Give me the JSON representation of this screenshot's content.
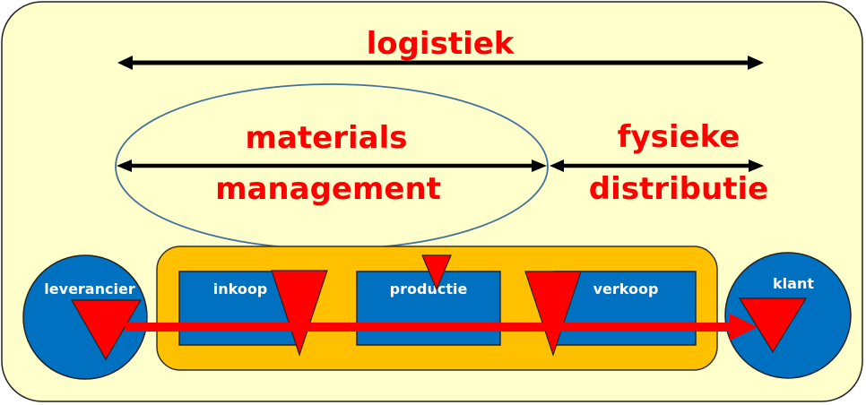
{
  "diagram": {
    "title": "logistiek",
    "spans": {
      "logistiek": {
        "label": "logistiek"
      },
      "materials_management": {
        "line1": "materials",
        "line2": "management"
      },
      "fysieke_distributie": {
        "line1": "fysieke",
        "line2": "distributie"
      }
    },
    "endpoints": {
      "supplier": {
        "label": "leverancier"
      },
      "customer": {
        "label": "klant"
      }
    },
    "departments": [
      {
        "label": "inkoop"
      },
      {
        "label": "productie"
      },
      {
        "label": "verkoop"
      }
    ],
    "flow": {
      "direction": "left-to-right"
    },
    "colors": {
      "background": "#FFFFCC",
      "company_box": "#FFC000",
      "blue": "#0070C0",
      "red": "#FF0000",
      "ellipse_stroke": "#41719C",
      "arrow": "#000000"
    }
  }
}
